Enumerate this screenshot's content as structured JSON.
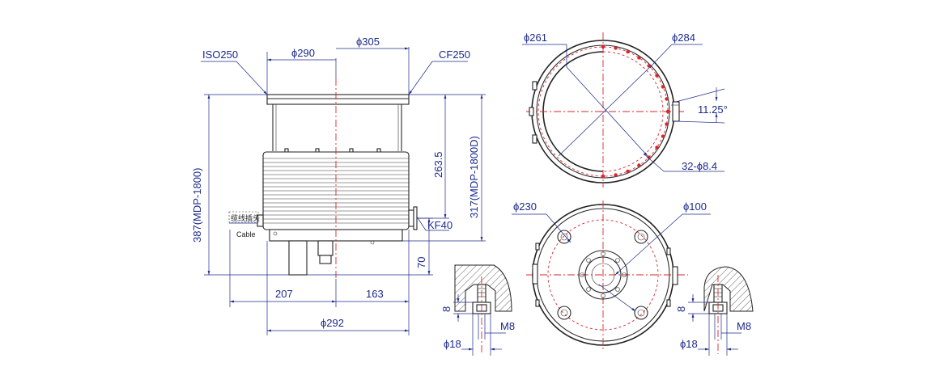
{
  "labels": {
    "iso250": "ISO250",
    "d290": "ϕ290",
    "d305": "ϕ305",
    "cf250": "CF250",
    "h387": "387(MDP-1800)",
    "h263": "263.5",
    "h317": "317(MDP-1800D)",
    "kf40": "KF40",
    "h70": "70",
    "cable_cn": "缆线插头",
    "cable_en": "Cable",
    "w207": "207",
    "w163": "163",
    "d292": "ϕ292",
    "d261": "ϕ261",
    "d284": "ϕ284",
    "ang": "11.25°",
    "holes": "32-ϕ8.4",
    "d230": "ϕ230",
    "d100": "ϕ100",
    "d18a": "ϕ18",
    "m8a": "M8",
    "h8a": "8",
    "d18b": "ϕ18",
    "m8b": "M8",
    "h8b": "8"
  },
  "colors": {
    "dimension": "#1c2a8c",
    "centerline": "#d9262b",
    "outline": "#222222"
  }
}
